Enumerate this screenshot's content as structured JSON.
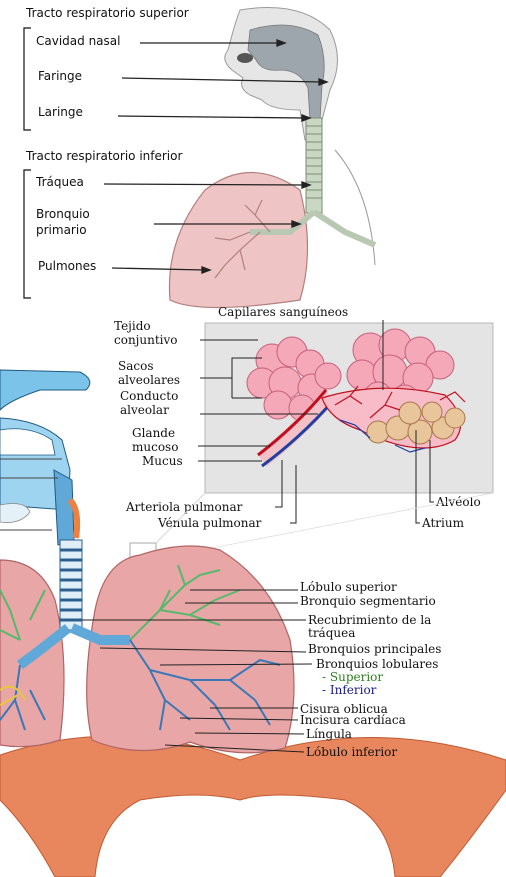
{
  "upper_panel": {
    "upper_tract_title": "Tracto respiratorio superior",
    "upper_labels": [
      "Cavidad nasal",
      "Faringe",
      "Laringe"
    ],
    "lower_tract_title": "Tracto respiratorio inferior",
    "lower_labels": [
      "Tráquea",
      "Bronquio",
      "primario",
      "Pulmones"
    ]
  },
  "alveoli_panel": {
    "capillaries": "Capilares sanguíneos",
    "left_labels": [
      "Tejido",
      "conjuntivo",
      "Sacos",
      "alveolares",
      "Conducto",
      "alveolar",
      "Glande",
      "mucoso",
      "Mucus"
    ],
    "arteriole": "Arteriola pulmonar",
    "venule": "Vénula pulmonar",
    "alveolus": "Alvéolo",
    "atrium": "Atrium"
  },
  "lungs_panel": {
    "labels": [
      "Lóbulo superior",
      "Bronquio segmentario",
      "Recubrimiento de la",
      "tráquea",
      "Bronquios principales",
      "Bronquios lobulares"
    ],
    "lobular_superior": "- Superior",
    "lobular_inferior": "- Inferior",
    "bottom_labels": [
      "Cisura oblicua",
      "Incisura cardíaca",
      "Língula",
      "Lóbulo inferior"
    ]
  },
  "colors": {
    "superior_text": "#2e7d1f",
    "inferior_text": "#1a1a8c",
    "lung_pink": "#e8a6a6",
    "airway_blue": "#5fa8d8",
    "diaphragm": "#e07a50"
  }
}
